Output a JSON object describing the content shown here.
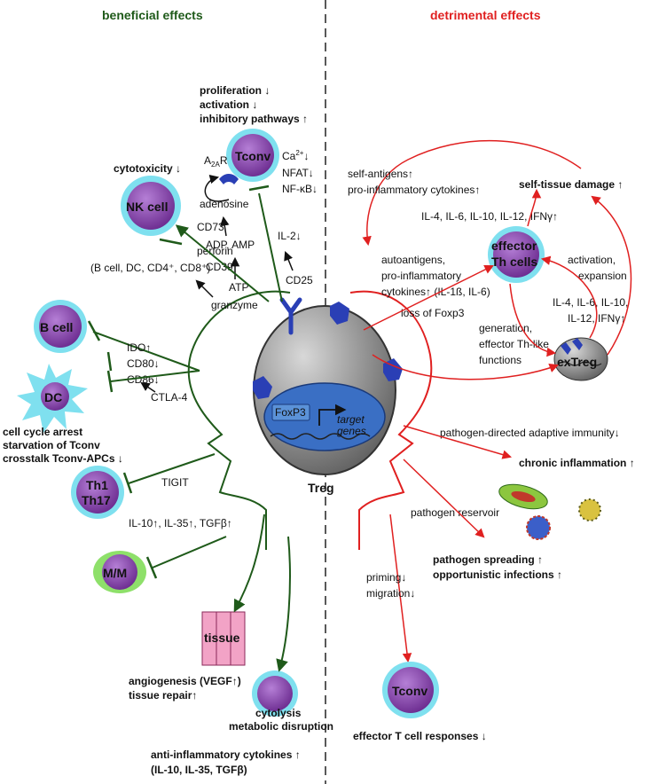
{
  "headers": {
    "beneficial": "beneficial effects",
    "detrimental": "detrimental effects"
  },
  "colors": {
    "beneficial": "#1f5a1a",
    "detrimental": "#e02020",
    "cell_membrane": "#7fe0ef",
    "cell_nucleus": "#8e44ad",
    "treg_body": "#808080",
    "receptor": "#2a3fb5",
    "tissue": "#f2a3c6"
  },
  "cells": {
    "tconv_top": "Tconv",
    "nk": "NK cell",
    "b": "B cell",
    "dc": "DC",
    "th1": "Th1",
    "th17": "Th17",
    "mm": "M/M",
    "tissue": "tissue",
    "treg": "Treg",
    "foxp3": "FoxP3",
    "target_genes_1": "target",
    "target_genes_2": "genes",
    "effector_1": "effector",
    "effector_2": "Th cells",
    "extreg": "exTreg",
    "tconv_bottom": "Tconv"
  },
  "beneficial": {
    "proliferation": "proliferation",
    "activation": "activation",
    "inhibitory": "inhibitory pathways",
    "ca": "Ca",
    "ca_sup": "2+",
    "ca_arrow": "↓",
    "nfat": "NFAT↓",
    "nfkb": "NF-κB↓",
    "a2ar": "A",
    "a2ar_sub": "2A",
    "a2ar_r": "R",
    "cytotoxicity": "cytotoxicity",
    "adenosine": "adenosine",
    "cd73": "CD73",
    "adp_amp": "ADP, AMP",
    "cd39": "CD39",
    "atp": "ATP",
    "il2": "IL-2↓",
    "cd25": "CD25",
    "perforin": "perforin",
    "perforin_targets": "(B cell, DC, CD4⁺, CD8⁺)",
    "granzyme": "granzyme",
    "ido": "IDO↑",
    "cd80": "CD80↓",
    "cd86": "CD86↓",
    "ctla4": "CTLA-4",
    "cell_cycle": "cell cycle arrest",
    "starvation": "starvation of Tconv",
    "crosstalk": "crosstalk Tconv-APCs",
    "tigit": "TIGIT",
    "cytokines": "IL-10↑, IL-35↑, TGFβ↑",
    "angiogenesis": "angiogenesis (VEGF",
    "tissue_repair": "tissue repair",
    "cytolysis": "cytolysis",
    "metabolic": "metabolic disruption",
    "anti_inflammatory": "anti-inflammatory cytokines",
    "anti_inflammatory_list": "(IL-10, IL-35, TGFβ)"
  },
  "detrimental": {
    "self_antigens": "self-antigens↑",
    "proinflam": "pro-inflammatory cytokines↑",
    "self_tissue": "self-tissue damage",
    "il_list": "IL-4, IL-6, IL-10, IL-12, IFNγ↑",
    "autoantigens": "autoantigens,",
    "autoantigens_2": "pro-inflammatory",
    "autoantigens_3": "cytokines↑ (IL-1ß, IL-6)",
    "activation": "activation,",
    "expansion": "expansion",
    "il_right_1": "IL-4, IL-6, IL-10,",
    "il_right_2": "IL-12, IFNγ↑",
    "loss_foxp3": "loss of Foxp3",
    "generation": "generation,",
    "effector_th_like": "effector Th-like",
    "functions": "functions",
    "pathogen_immunity": "pathogen-directed adaptive immunity↓",
    "chronic": "chronic inflammation",
    "pathogen_reservoir": "pathogen reservoir",
    "pathogen_spreading": "pathogen spreading",
    "opportunistic": "opportunistic infections",
    "priming": "priming↓",
    "migration": "migration↓",
    "effector_responses": "effector T cell responses"
  }
}
